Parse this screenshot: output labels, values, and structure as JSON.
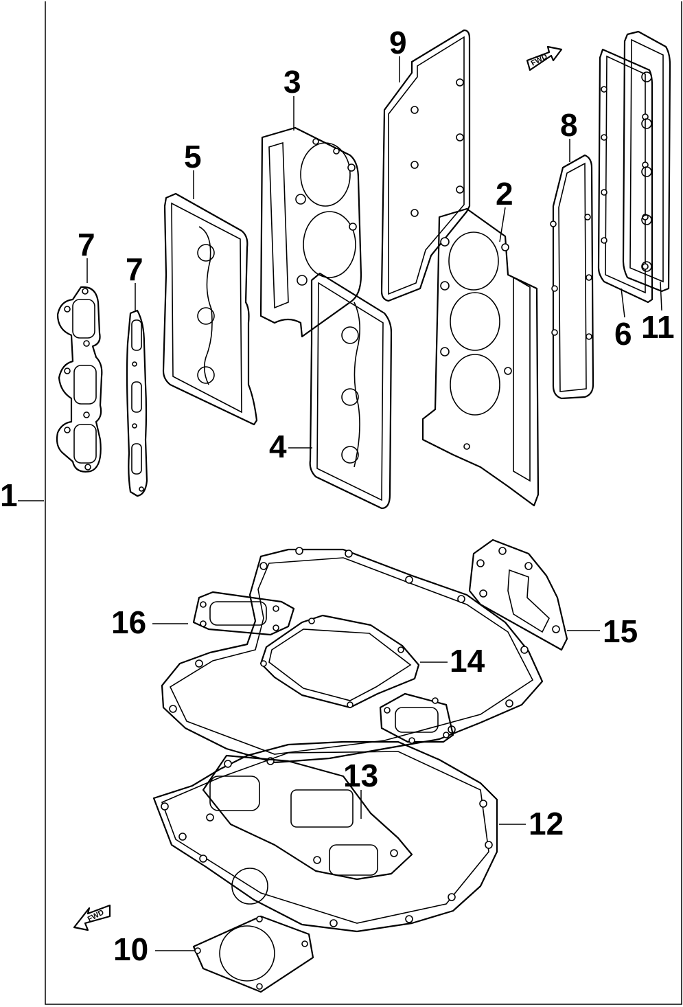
{
  "callouts": [
    "1",
    "2",
    "3",
    "4",
    "5",
    "6",
    "7",
    "7",
    "8",
    "9",
    "10",
    "11",
    "12",
    "13",
    "14",
    "15",
    "16"
  ],
  "arrow_text": "FWD"
}
